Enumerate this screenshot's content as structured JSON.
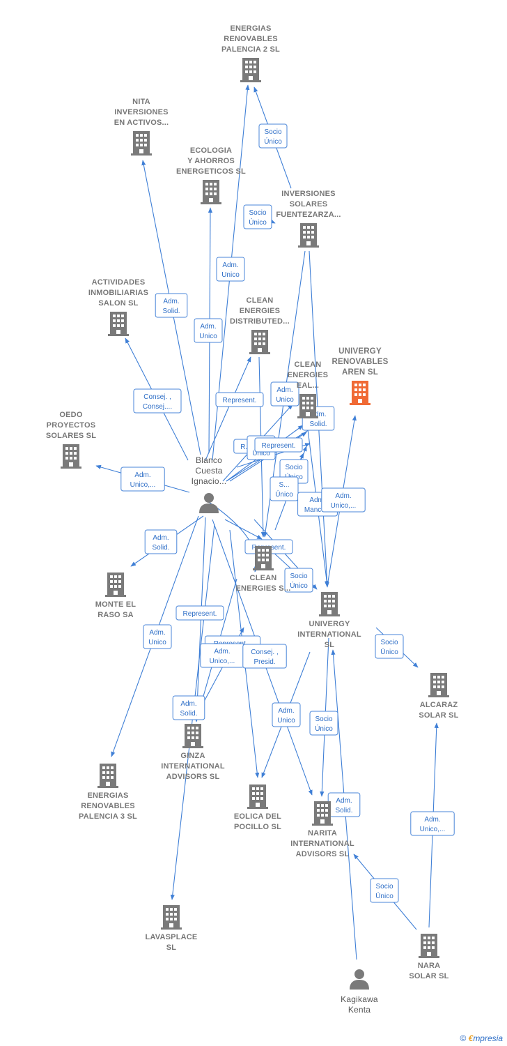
{
  "colors": {
    "edge": "#3f7fd6",
    "building": "#7a7a7a",
    "focus": "#f06a35",
    "person": "#7a7a7a"
  },
  "nodes": [
    {
      "id": "erp2",
      "type": "company",
      "lines": [
        "ENERGIAS",
        "RENOVABLES",
        "PALENCIA 2 SL"
      ]
    },
    {
      "id": "nita",
      "type": "company",
      "lines": [
        "NITA",
        "INVERSIONES",
        "EN ACTIVOS..."
      ]
    },
    {
      "id": "ecologia",
      "type": "company",
      "lines": [
        "ECOLOGIA",
        "Y AHORROS",
        "ENERGETICOS SL"
      ]
    },
    {
      "id": "isf",
      "type": "company",
      "lines": [
        "INVERSIONES",
        "SOLARES",
        "FUENTEZARZA..."
      ]
    },
    {
      "id": "ais",
      "type": "company",
      "lines": [
        "ACTIVIDADES",
        "INMOBILIARIAS",
        "SALON SL"
      ]
    },
    {
      "id": "ced",
      "type": "company",
      "lines": [
        "CLEAN",
        "ENERGIES",
        "DISTRIBUTED..."
      ]
    },
    {
      "id": "univergy_aren",
      "type": "focus",
      "lines": [
        "UNIVERGY",
        "RENOVABLES",
        "AREN  SL"
      ]
    },
    {
      "id": "ceeal",
      "type": "company",
      "lines": [
        "CLEAN",
        "ENERGIES",
        "EAL..."
      ]
    },
    {
      "id": "oedo",
      "type": "company",
      "lines": [
        "OEDO",
        "PROYECTOS",
        "SOLARES  SL"
      ]
    },
    {
      "id": "blanco",
      "type": "person",
      "lines": [
        "Blanco",
        "Cuesta",
        "Ignacio..."
      ]
    },
    {
      "id": "ces",
      "type": "company",
      "lines": [
        "CLEAN",
        "ENERGIES S..."
      ]
    },
    {
      "id": "monte",
      "type": "company",
      "lines": [
        "MONTE EL",
        "RASO SA"
      ]
    },
    {
      "id": "univergy_int",
      "type": "company",
      "lines": [
        "UNIVERGY",
        "INTERNATIONAL",
        "SL"
      ]
    },
    {
      "id": "alcaraz",
      "type": "company",
      "lines": [
        "ALCARAZ",
        "SOLAR SL"
      ]
    },
    {
      "id": "erp3",
      "type": "company",
      "lines": [
        "ENERGIAS",
        "RENOVABLES",
        "PALENCIA 3 SL"
      ]
    },
    {
      "id": "ginza",
      "type": "company",
      "lines": [
        "GINZA",
        "INTERNATIONAL",
        "ADVISORS  SL"
      ]
    },
    {
      "id": "eolica",
      "type": "company",
      "lines": [
        "EOLICA DEL",
        "POCILLO SL"
      ]
    },
    {
      "id": "narita",
      "type": "company",
      "lines": [
        "NARITA",
        "INTERNATIONAL",
        "ADVISORS  SL"
      ]
    },
    {
      "id": "lavasplace",
      "type": "company",
      "lines": [
        "LAVASPLACE",
        "SL"
      ]
    },
    {
      "id": "kagikawa",
      "type": "person",
      "lines": [
        "Kagikawa",
        "Kenta"
      ]
    },
    {
      "id": "nara",
      "type": "company",
      "lines": [
        "NARA",
        "SOLAR  SL"
      ]
    }
  ],
  "edges": [
    {
      "lines": [
        "Socio",
        "Único"
      ]
    },
    {
      "lines": [
        "Socio",
        "Único"
      ]
    },
    {
      "lines": [
        "Adm.",
        "Unico"
      ]
    },
    {
      "lines": [
        "Adm.",
        "Solid."
      ]
    },
    {
      "lines": [
        "Adm.",
        "Unico"
      ]
    },
    {
      "lines": [
        "Consej. ,",
        "Consej...."
      ]
    },
    {
      "lines": [
        "Represent."
      ]
    },
    {
      "lines": [
        "Adm.",
        "Unico"
      ]
    },
    {
      "lines": [
        "Adm.",
        "Solid."
      ]
    },
    {
      "lines": [
        "R..."
      ]
    },
    {
      "lines": [
        "S...",
        "Único"
      ]
    },
    {
      "lines": [
        "Represent."
      ]
    },
    {
      "lines": [
        "Socio",
        "Único"
      ]
    },
    {
      "lines": [
        "S...",
        "Único"
      ]
    },
    {
      "lines": [
        "Adm.",
        "Manco..."
      ]
    },
    {
      "lines": [
        "Adm.",
        "Unico,..."
      ]
    },
    {
      "lines": [
        "Adm.",
        "Unico,..."
      ]
    },
    {
      "lines": [
        "Adm.",
        "Solid."
      ]
    },
    {
      "lines": [
        "Represent."
      ]
    },
    {
      "lines": [
        "Socio",
        "Único"
      ]
    },
    {
      "lines": [
        "Represent."
      ]
    },
    {
      "lines": [
        "Adm.",
        "Unico"
      ]
    },
    {
      "lines": [
        "Represent..."
      ]
    },
    {
      "lines": [
        "Adm.",
        "Unico,..."
      ]
    },
    {
      "lines": [
        "Consej. ,",
        "Presid."
      ]
    },
    {
      "lines": [
        "Socio",
        "Único"
      ]
    },
    {
      "lines": [
        "Adm.",
        "Solid."
      ]
    },
    {
      "lines": [
        "Adm.",
        "Unico"
      ]
    },
    {
      "lines": [
        "Socio",
        "Único"
      ]
    },
    {
      "lines": [
        "Adm.",
        "Solid."
      ]
    },
    {
      "lines": [
        "Adm.",
        "Unico,..."
      ]
    },
    {
      "lines": [
        "Socio",
        "Único"
      ]
    }
  ],
  "footer": {
    "copyright": "©",
    "brand_e": "€",
    "brand": "mpresia"
  }
}
